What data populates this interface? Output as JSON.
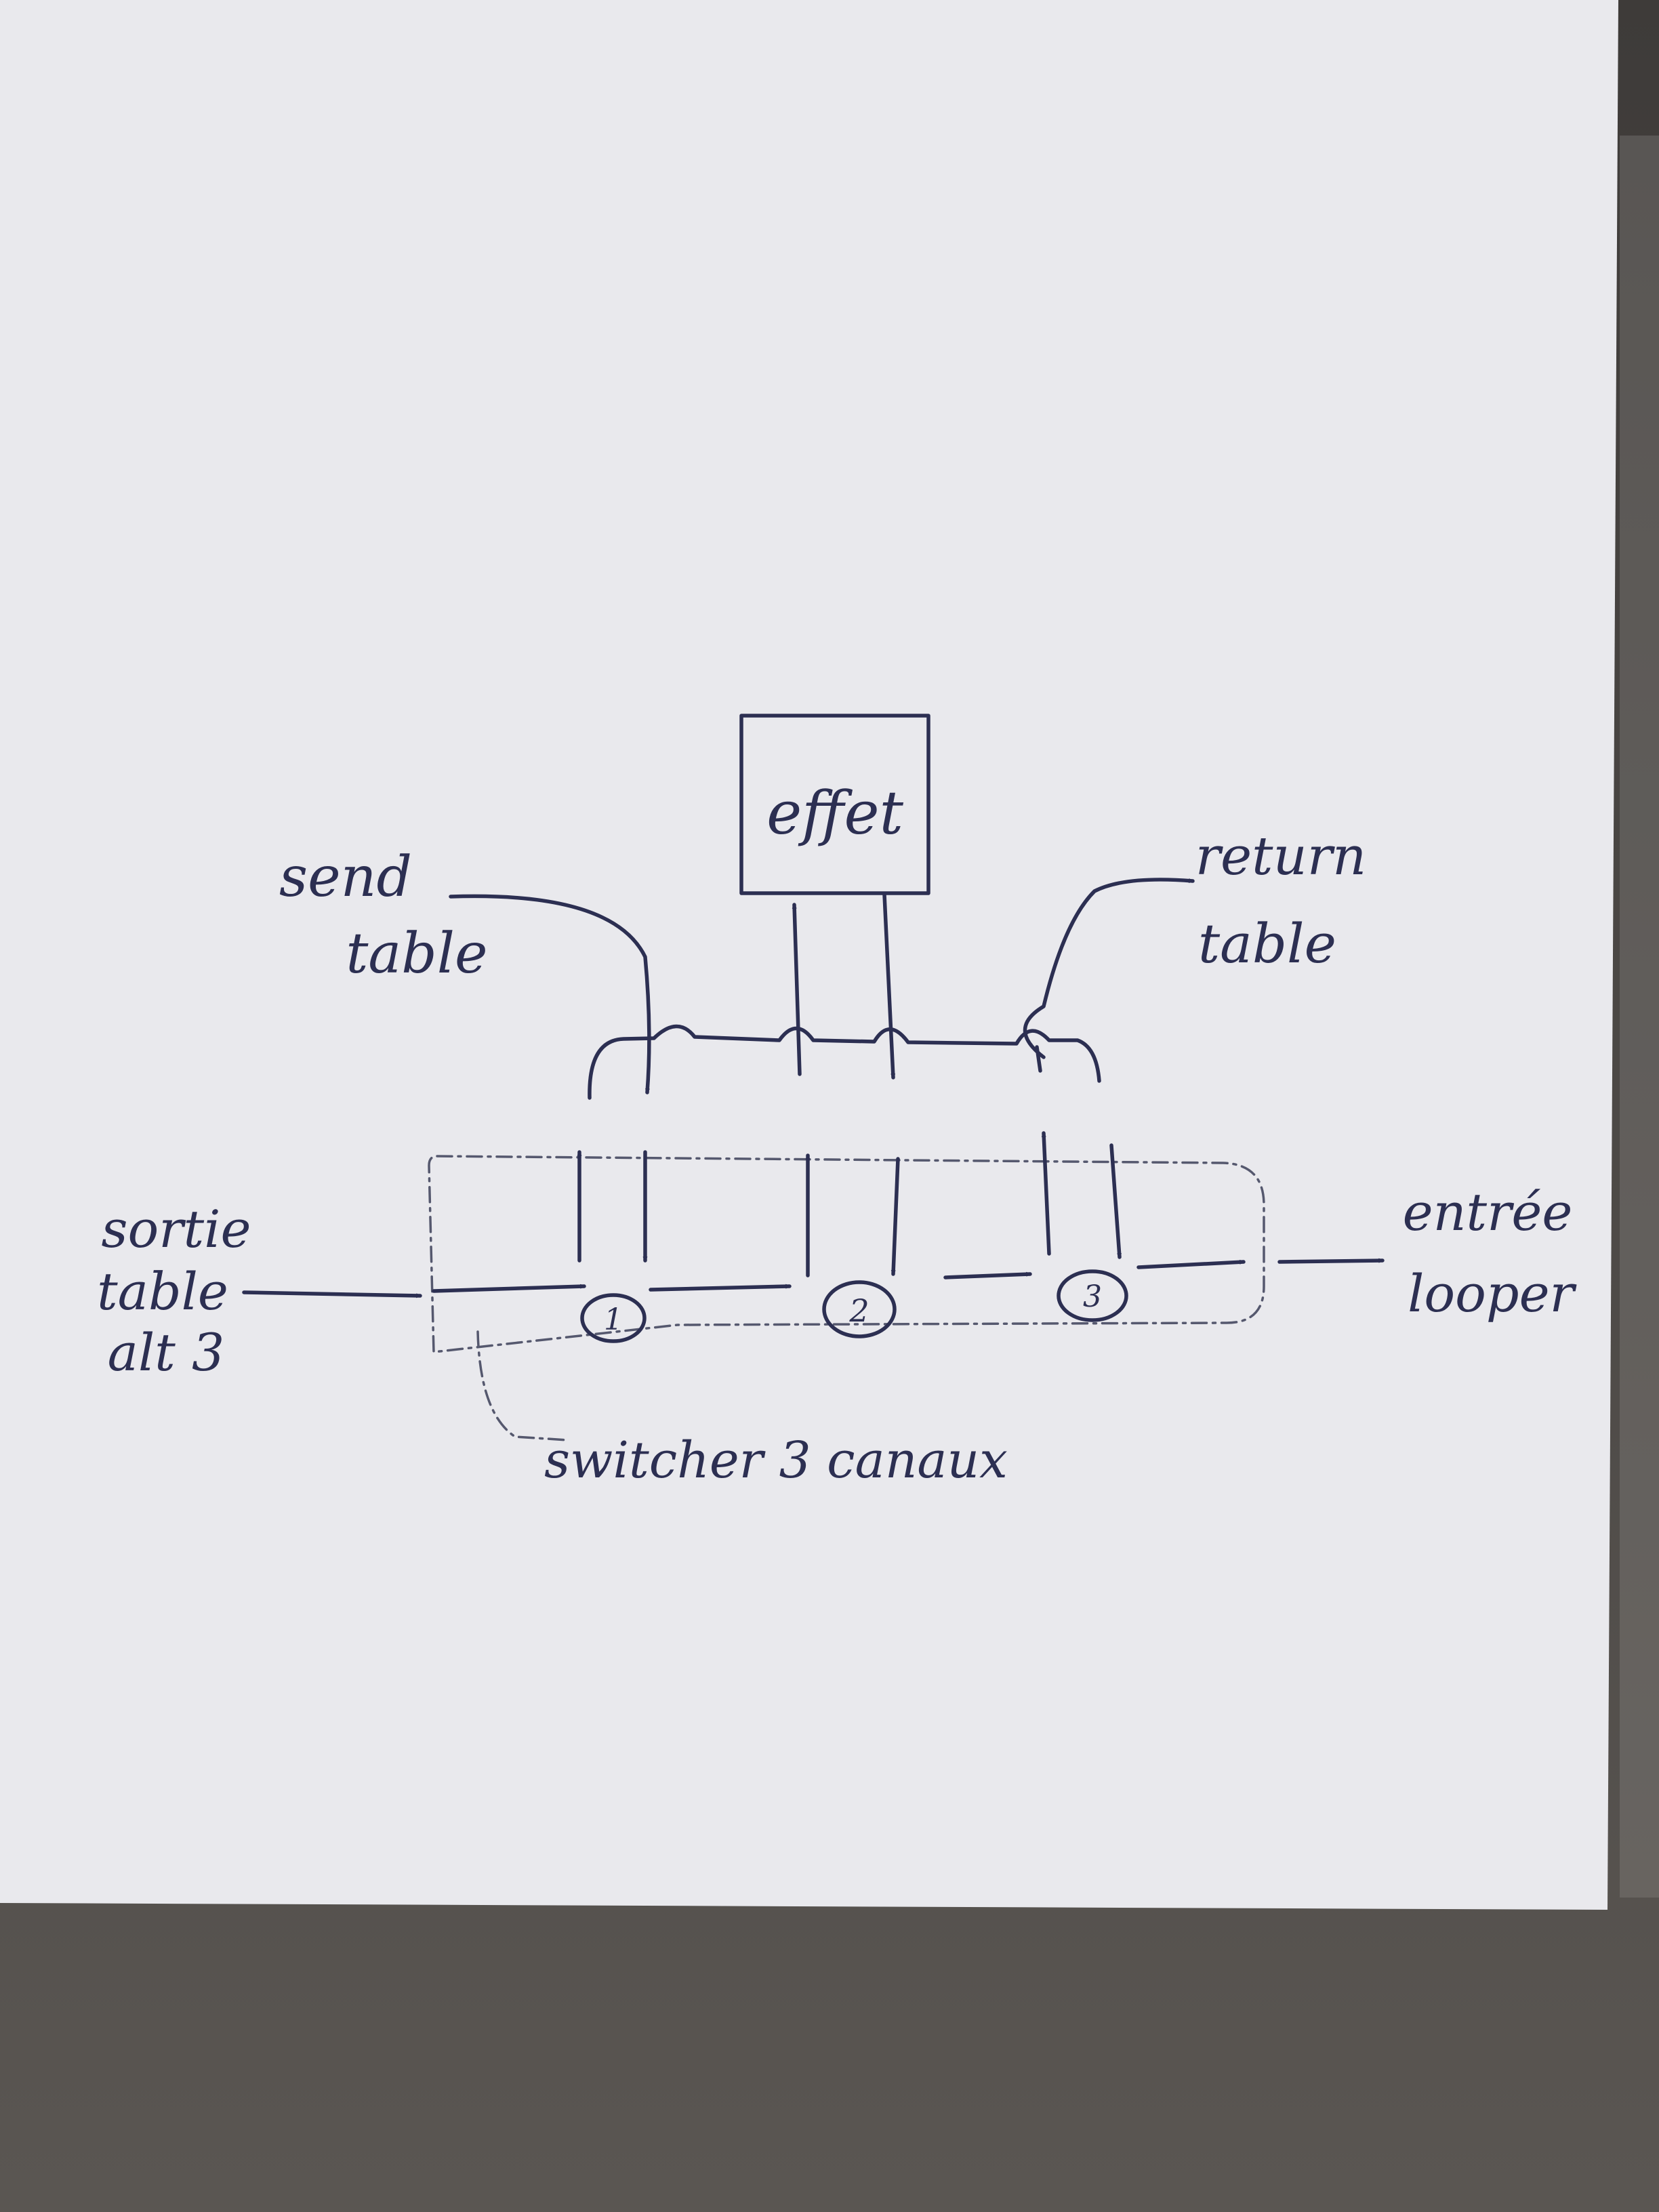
{
  "colors": {
    "ink": "#2c2f52",
    "paper": "#e9e9ed",
    "counter": "#4a4744"
  },
  "labels": {
    "effect_box": "effet",
    "send": [
      "send",
      "table"
    ],
    "return": [
      "return",
      "table"
    ],
    "input": [
      "sortie",
      "table",
      "alt 3"
    ],
    "output": [
      "entrée",
      "looper"
    ],
    "switcher": "switcher 3 canaux",
    "nodes": [
      "1",
      "2",
      "3"
    ]
  }
}
